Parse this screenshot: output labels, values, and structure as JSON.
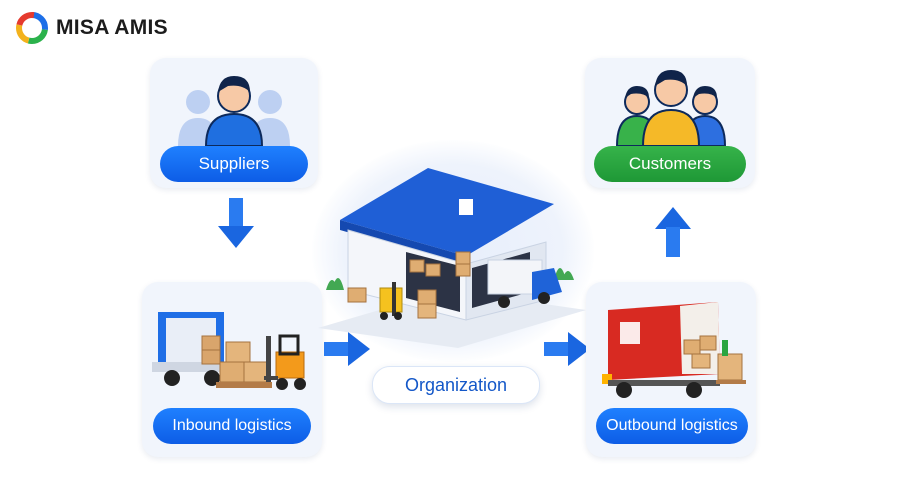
{
  "brand": {
    "name": "MISA AMIS"
  },
  "nodes": {
    "suppliers": "Suppliers",
    "customers": "Customers",
    "inbound": "Inbound logistics",
    "organization": "Organization",
    "outbound": "Outbound logistics"
  },
  "colors": {
    "primary_blue": "#1572f5",
    "green": "#2aa540",
    "red_truck": "#d82a22",
    "card_bg": "#f1f5fc"
  },
  "icons": [
    "misa-logo-icon",
    "people-icon",
    "warehouse-icon",
    "truck-icon",
    "forklift-icon",
    "arrow-icon"
  ]
}
